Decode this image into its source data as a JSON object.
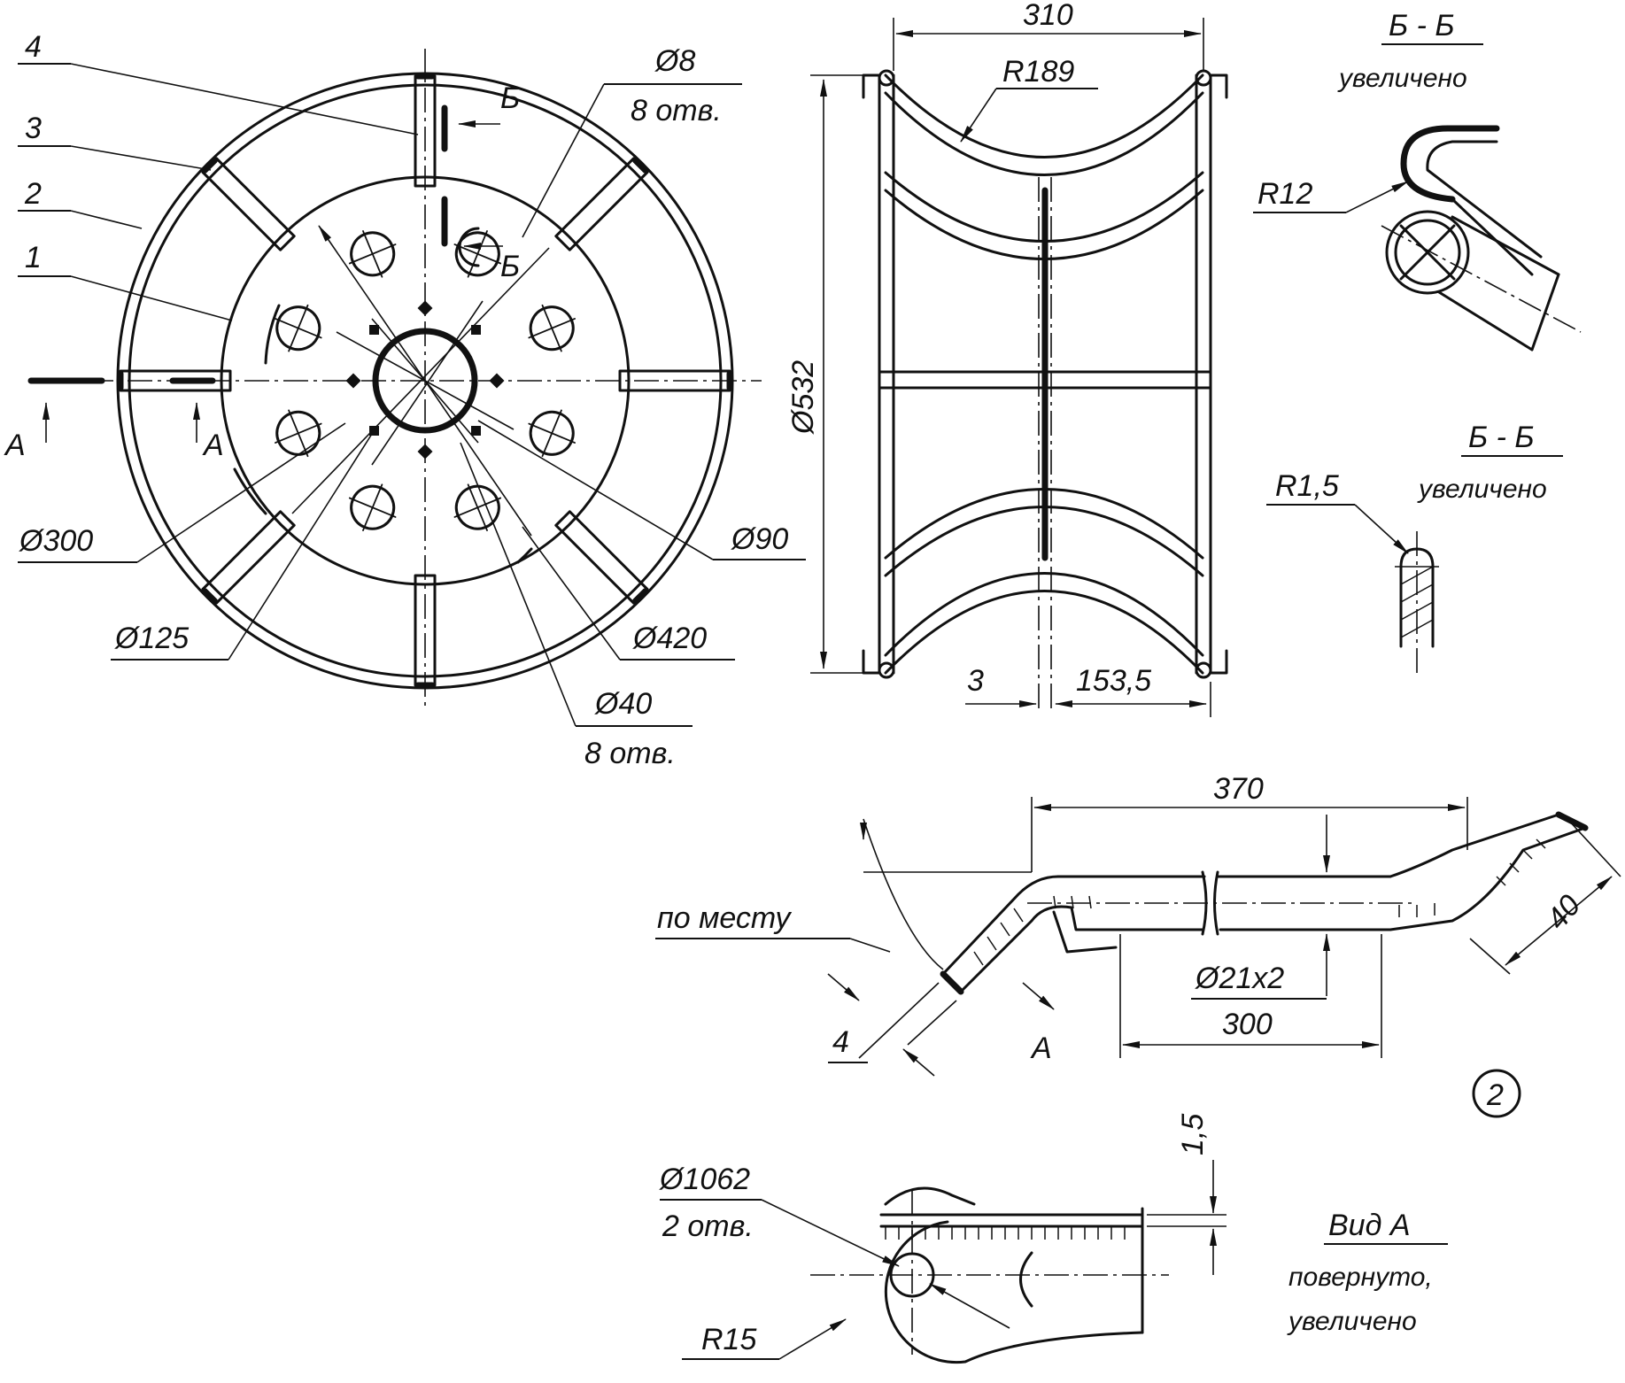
{
  "front_view": {
    "part_numbers": [
      "4",
      "3",
      "2",
      "1"
    ],
    "section_b_mark": "Б",
    "section_a_mark": "А",
    "hole_small": {
      "diameter": "Ø8",
      "count": "8 отв."
    },
    "dia_300": "Ø300",
    "dia_125": "Ø125",
    "dia_90": "Ø90",
    "dia_420": "Ø420",
    "hole_large": {
      "diameter": "Ø40",
      "count": "8 отв."
    }
  },
  "side_view": {
    "width": "310",
    "radius": "R189",
    "diameter": "Ø532",
    "gap": "3",
    "half_width": "153,5"
  },
  "section_bb_1": {
    "title": "Б - Б",
    "subtitle": "увеличено",
    "radius": "R12"
  },
  "section_bb_2": {
    "title": "Б - Б",
    "subtitle": "увеличено",
    "radius": "R1,5"
  },
  "spoke_detail": {
    "length": "370",
    "fit_note": "по месту",
    "tube": "Ø21x2",
    "straight_len": "300",
    "end_width": "40",
    "thickness": "4",
    "view_mark": "А",
    "detail_number": "2"
  },
  "view_a": {
    "hole": "Ø1062",
    "hole_count": "2 отв.",
    "radius": "R15",
    "thickness": "1,5",
    "title": "Вид А",
    "line2": "повернуто,",
    "line3": "увеличено"
  }
}
